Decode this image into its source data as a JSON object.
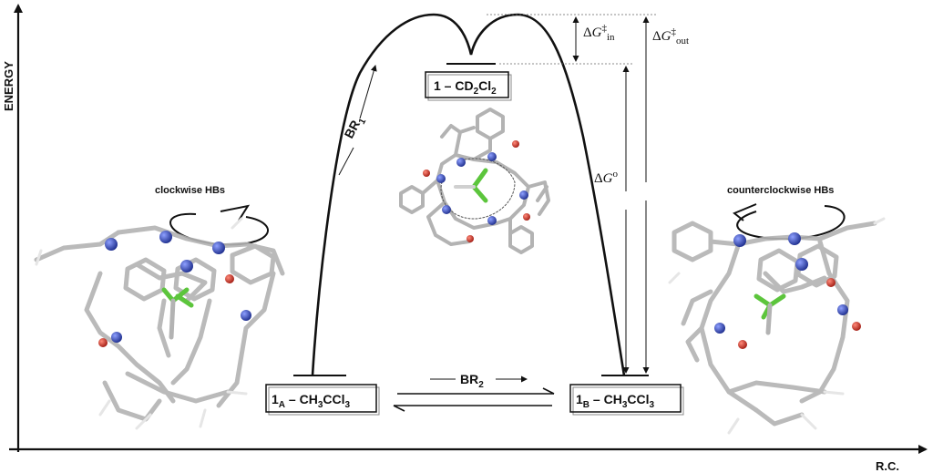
{
  "axes": {
    "y_label": "ENERGY",
    "x_label": "R.C."
  },
  "states": {
    "left": {
      "main": "1",
      "sub": "A",
      "suffix": " – CH",
      "sub2": "3",
      "tail": "CCl",
      "sub3": "3"
    },
    "right": {
      "main": "1",
      "sub": "B",
      "suffix": " – CH",
      "sub2": "3",
      "tail": "CCl",
      "sub3": "3"
    },
    "top": {
      "main": "1 – CD",
      "sub": "2",
      "tail": "Cl",
      "sub2": "2"
    }
  },
  "energies": {
    "dg_in": {
      "delta": "Δ",
      "symbol": "G",
      "sup": "‡",
      "sub": "in"
    },
    "dg_out": {
      "delta": "Δ",
      "symbol": "G",
      "sup": "‡",
      "sub": "out"
    },
    "dg_0": {
      "delta": "Δ",
      "symbol": "G",
      "sup": "o"
    }
  },
  "pathways": {
    "br1": {
      "text": "BR",
      "sub": "1"
    },
    "br2": {
      "text": "BR",
      "sub": "2"
    }
  },
  "annotations": {
    "clockwise": "clockwise HBs",
    "counterclockwise": "counterclockwise HBs"
  },
  "colors": {
    "line": "#111111",
    "nitrogen": "#2b3fae",
    "oxygen": "#c0281e",
    "chlorine": "#5cc53c",
    "carbon": "#a9a9a9",
    "hydrogen": "#e4e4e4"
  }
}
